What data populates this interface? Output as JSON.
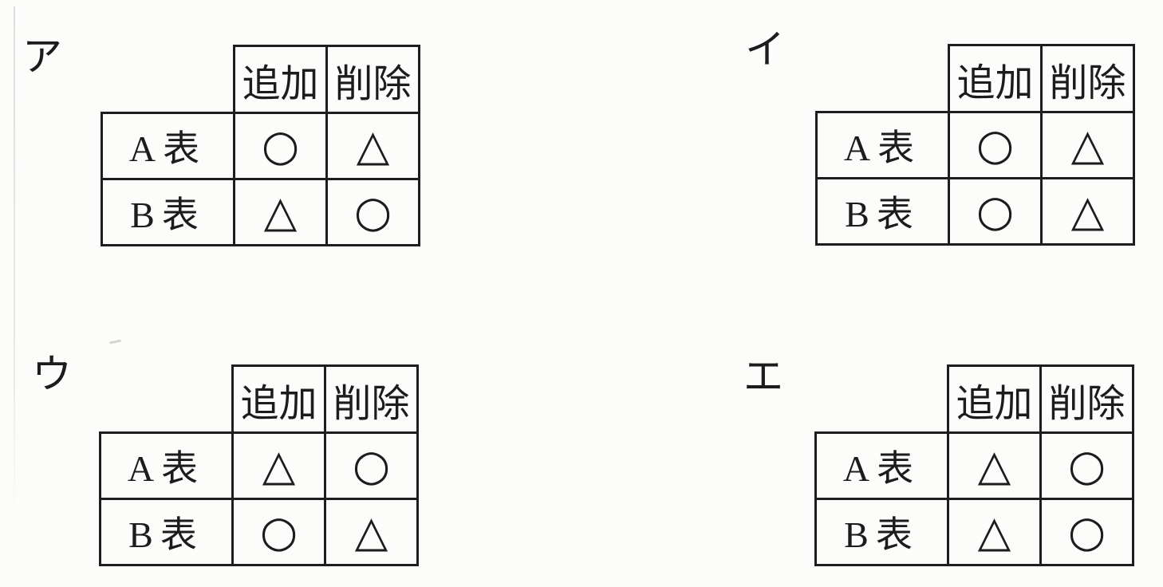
{
  "colors": {
    "paper": "#fcfcfa",
    "ink": "#1c1c1c",
    "line": "#1e1e1e",
    "artifact": "#dedede"
  },
  "symbols": {
    "circle": "○",
    "triangle": "△"
  },
  "options": [
    {
      "label": "ア",
      "columns": [
        "追加",
        "削除"
      ],
      "rows": [
        {
          "header": "A表",
          "cells": [
            "○",
            "△"
          ]
        },
        {
          "header": "B表",
          "cells": [
            "△",
            "○"
          ]
        }
      ]
    },
    {
      "label": "イ",
      "columns": [
        "追加",
        "削除"
      ],
      "rows": [
        {
          "header": "A表",
          "cells": [
            "○",
            "△"
          ]
        },
        {
          "header": "B表",
          "cells": [
            "○",
            "△"
          ]
        }
      ]
    },
    {
      "label": "ウ",
      "columns": [
        "追加",
        "削除"
      ],
      "rows": [
        {
          "header": "A表",
          "cells": [
            "△",
            "○"
          ]
        },
        {
          "header": "B表",
          "cells": [
            "○",
            "△"
          ]
        }
      ]
    },
    {
      "label": "エ",
      "columns": [
        "追加",
        "削除"
      ],
      "rows": [
        {
          "header": "A表",
          "cells": [
            "△",
            "○"
          ]
        },
        {
          "header": "B表",
          "cells": [
            "△",
            "○"
          ]
        }
      ]
    }
  ]
}
